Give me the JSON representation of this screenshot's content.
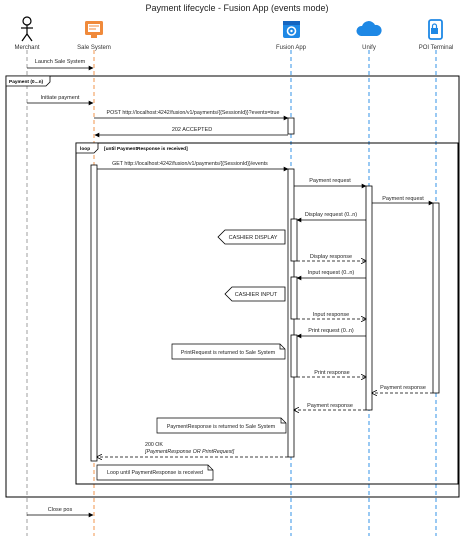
{
  "title": "Payment lifecycle - Fusion App (events mode)",
  "participants": [
    {
      "id": "merchant",
      "label": "Merchant",
      "icon": "stick-figure-icon",
      "color": "#000000"
    },
    {
      "id": "sale",
      "label": "Sale System",
      "icon": "monitor-icon",
      "color": "#f08a3b"
    },
    {
      "id": "fusion",
      "label": "Fusion App",
      "icon": "gear-window-icon",
      "color": "#1e88e5"
    },
    {
      "id": "unify",
      "label": "Unify",
      "icon": "cloud-icon",
      "color": "#1e88e5"
    },
    {
      "id": "poi",
      "label": "POI Terminal",
      "icon": "phone-lock-icon",
      "color": "#1e88e5"
    }
  ],
  "frames": {
    "outer": {
      "tag": "Payment (0...n)"
    },
    "loop": {
      "tag": "loop",
      "guard": "[until PaymentResponse is received]"
    }
  },
  "messages": [
    {
      "id": "launch",
      "text": "Launch Sale System",
      "style": "solid"
    },
    {
      "id": "initiate",
      "text": "Initiate payment",
      "style": "solid"
    },
    {
      "id": "post",
      "text": "POST http://localhost:4242/fusion/v1/payments/{{SessionId}}?events=true",
      "style": "solid"
    },
    {
      "id": "accepted",
      "text": "202 ACCEPTED",
      "style": "solid"
    },
    {
      "id": "get",
      "text": "GET http://localhost:4242/fusion/v1/payments/{{SessionId}}/events",
      "style": "solid"
    },
    {
      "id": "payreq",
      "text": "Payment request",
      "style": "solid"
    },
    {
      "id": "payreq2",
      "text": "Payment request",
      "style": "solid"
    },
    {
      "id": "dispreq",
      "text": "Display request (0..n)",
      "style": "solid"
    },
    {
      "id": "dispresp",
      "text": "Display response",
      "style": "dashed"
    },
    {
      "id": "inreq",
      "text": "Input request (0..n)",
      "style": "solid"
    },
    {
      "id": "inresp",
      "text": "Input response",
      "style": "dashed"
    },
    {
      "id": "prreq",
      "text": "Print request (0..n)",
      "style": "solid"
    },
    {
      "id": "prresp",
      "text": "Print response",
      "style": "dashed"
    },
    {
      "id": "payresp",
      "text": "Payment response",
      "style": "dashed"
    },
    {
      "id": "payresp2",
      "text": "Payment response",
      "style": "dashed"
    },
    {
      "id": "ok1",
      "text": "200 OK",
      "style": "dashed"
    },
    {
      "id": "ok2",
      "text": "[PaymentResponse OR PrintRequest]",
      "style": "dashed"
    },
    {
      "id": "close",
      "text": "Close pos",
      "style": "solid"
    }
  ],
  "states": {
    "cashier_display": "CASHIER DISPLAY",
    "cashier_input": "CASHIER INPUT"
  },
  "notes": {
    "print_returned": "PrintRequest is returned to Sale System",
    "payment_returned": "PaymentResponse is returned to Sale System",
    "loop_until": "Loop until PaymentResponse is received"
  }
}
